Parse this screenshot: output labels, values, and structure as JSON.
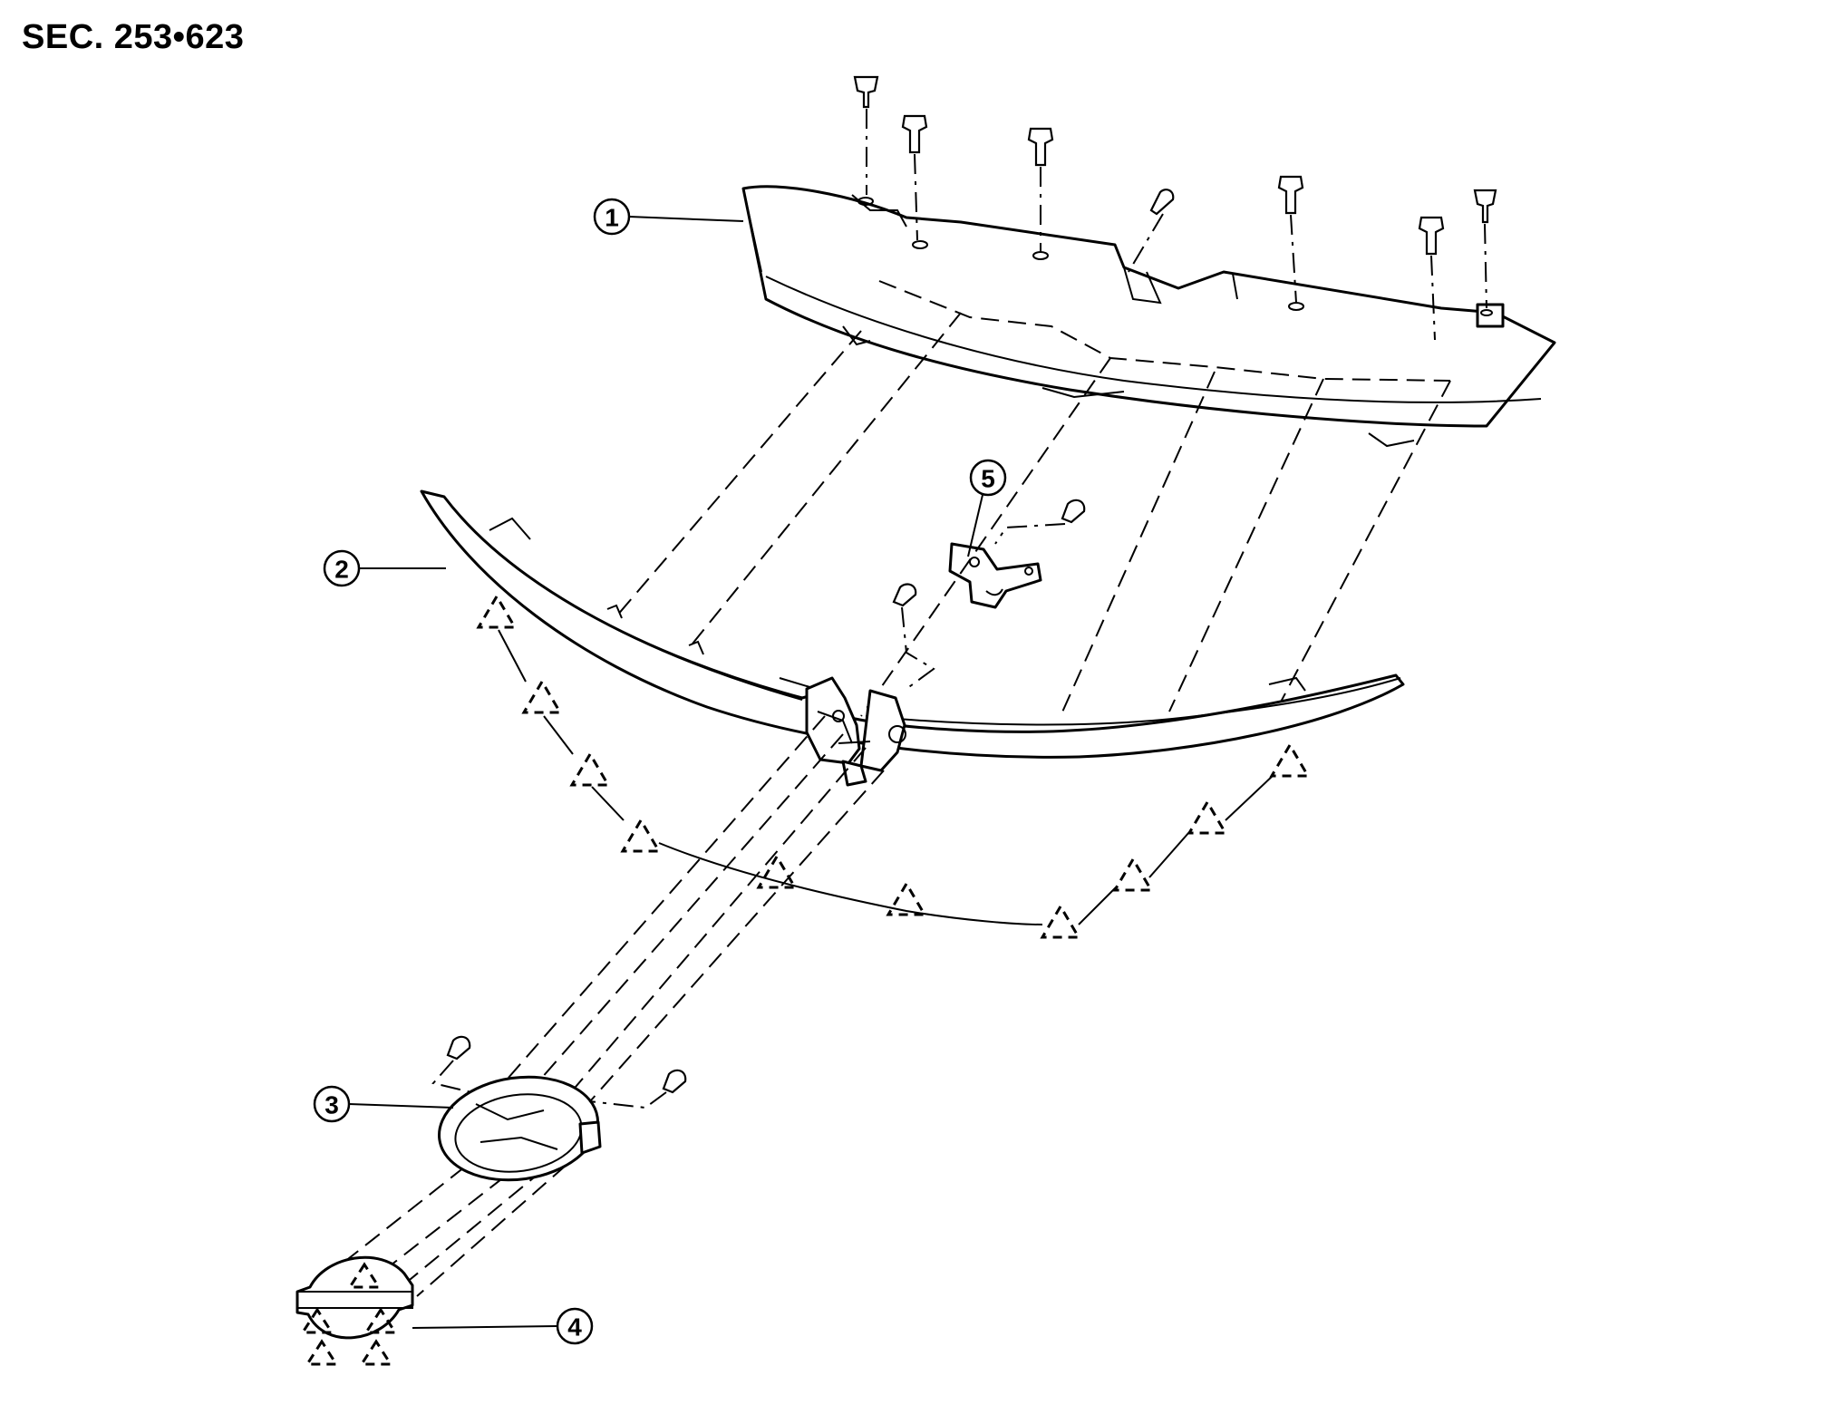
{
  "section_title": "SEC. 253•623",
  "callouts": [
    {
      "id": "callout-1",
      "label": "1"
    },
    {
      "id": "callout-2",
      "label": "2"
    },
    {
      "id": "callout-3",
      "label": "3"
    },
    {
      "id": "callout-4",
      "label": "4"
    },
    {
      "id": "callout-5",
      "label": "5"
    }
  ],
  "colors": {
    "line": "#000000",
    "background": "#ffffff"
  },
  "symbols": {
    "clip_marker": "dashed-triangle-icon",
    "fasteners": [
      "clip-icon",
      "bolt-icon",
      "screw-icon"
    ]
  }
}
